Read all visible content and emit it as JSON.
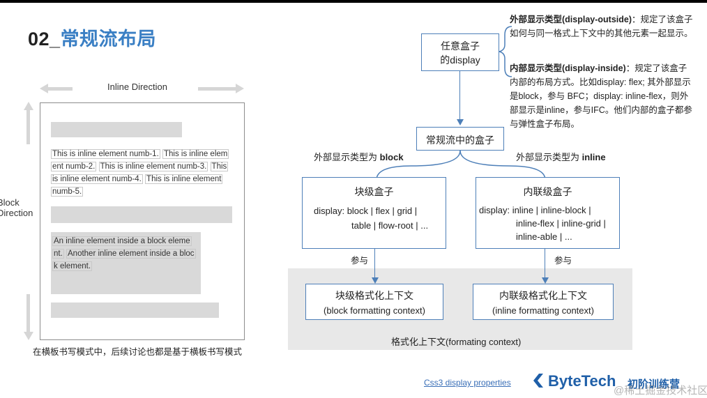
{
  "title": {
    "number": "02_",
    "text": "常规流布局"
  },
  "left": {
    "inline_direction": "Inline  Direction",
    "block_direction_line1": "Block",
    "block_direction_line2": "Direction",
    "inline_elements": [
      "This is inline element numb-1.",
      "This is inline elem",
      "ent numb-2.",
      "This is inline element numb-3.",
      "This",
      "is inline element numb-4.",
      "This is inline element",
      "numb-5."
    ],
    "block_inline": [
      "An inline element inside a block eleme",
      "nt.",
      "Another inline element inside a bloc",
      "k element."
    ],
    "caption": "在横板书写模式中，后续讨论也都是基于横板书写模式"
  },
  "diagram": {
    "any_box_line1": "任意盒子",
    "any_box_line2": "的display",
    "note_outside_bold": "外部显示类型(display-outside)",
    "note_outside_line1": "：规定了该盒子",
    "note_outside_line2": "如何与同一格式上下文中的其他元素一起显示。",
    "note_inside_bold": "内部显示类型(display-inside)",
    "note_inside_line1": "：规定了该盒子",
    "note_inside_lines": [
      "内部的布局方式。比如display: flex; 其外部显示",
      "是block，参与 BFC；display: inline-flex，则外",
      "部显示是inline，参与IFC。他们内部的盒子都参",
      "与弹性盒子布局。"
    ],
    "normal_flow_box": "常规流中的盒子",
    "outer_block_prefix": "外部显示类型为 ",
    "outer_block_bold": "block",
    "outer_inline_prefix": "外部显示类型为 ",
    "outer_inline_bold": "inline",
    "block_box_title": "块级盒子",
    "block_box_line1": "display:  block | flex | grid |",
    "block_box_line2": "table | flow-root | ...",
    "inline_box_title": "内联级盒子",
    "inline_box_line1": "display:  inline | inline-block |",
    "inline_box_line2": "inline-flex | inline-grid |",
    "inline_box_line3": "inline-able | ...",
    "participate_left": "参与",
    "participate_right": "参与",
    "bfc_line1": "块级格式化上下文",
    "bfc_line2": "(block formatting context)",
    "ifc_line1": "内联级格式化上下文",
    "ifc_line2": "(inline formatting context)",
    "fc_label": "格式化上下文(formating context)"
  },
  "footer": {
    "link": "Css3 display properties",
    "brand": "ByteTech",
    "brand_sub": "初阶训练营",
    "watermark": "@稀土掘金技术社区"
  },
  "colors": {
    "accent": "#3a7fc4",
    "line": "#4d7fb8",
    "brand": "#1f5fa8"
  }
}
